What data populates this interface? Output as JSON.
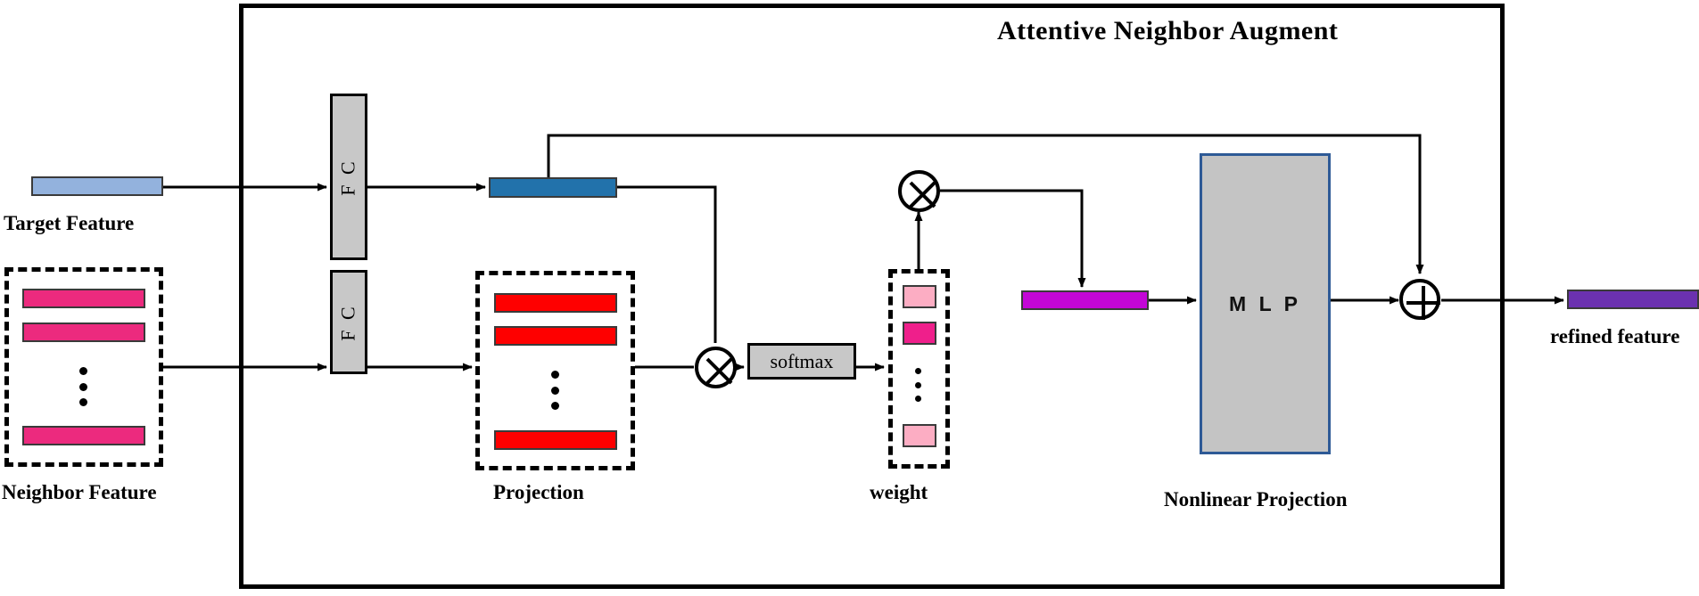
{
  "diagram": {
    "module": {
      "title": "Attentive Neighbor Augment"
    },
    "inputs": {
      "target": {
        "caption": "Target Feature",
        "color": "#93b2dd"
      },
      "neighbor": {
        "caption": "Neighbor Feature",
        "color": "#ec2a7e",
        "rows": [
          "neighbor-row-1",
          "neighbor-row-2",
          "neighbor-row-n"
        ],
        "ellipsis": "vertical-dots"
      }
    },
    "blocks": {
      "fc_top": {
        "label": "F C",
        "color": "#c8c8c8"
      },
      "fc_bottom": {
        "label": "F C",
        "color": "#c8c8c8"
      },
      "softmax": {
        "label": "softmax",
        "color": "#c8c8c8"
      },
      "mlp": {
        "label": "M L P",
        "color": "#c4c4c4",
        "border_color": "#2e5a96"
      }
    },
    "intermediate": {
      "projected_target": {
        "color": "#2272ab"
      },
      "projection": {
        "caption": "Projection",
        "color": "#fe0000",
        "rows": [
          "projection-row-1",
          "projection-row-2",
          "projection-row-n"
        ],
        "ellipsis": "vertical-dots"
      },
      "weight": {
        "caption": "weight",
        "colors": [
          "#fcadc3",
          "#ef1f8b",
          "#fcadc3"
        ],
        "rows": [
          "weight-row-1",
          "weight-row-2",
          "weight-row-n"
        ],
        "ellipsis": "vertical-dots"
      },
      "aggregated": {
        "color": "#c306d6"
      },
      "nonlinear_projection": {
        "caption": "Nonlinear Projection"
      }
    },
    "operators": {
      "multiply_attention": {
        "symbol": "multiply-circle-icon"
      },
      "multiply_weighted": {
        "symbol": "multiply-circle-icon"
      },
      "add_residual": {
        "symbol": "plus-circle-icon"
      }
    },
    "output": {
      "refined": {
        "caption": "refined feature",
        "color": "#6b31b0"
      }
    }
  }
}
